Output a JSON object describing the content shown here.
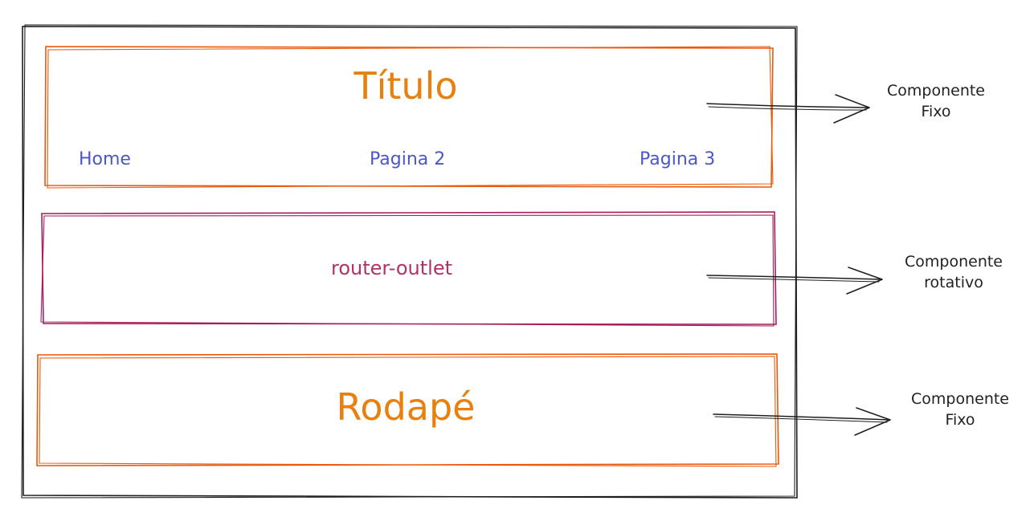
{
  "header": {
    "title": "Título",
    "nav": [
      "Home",
      "Pagina 2",
      "Pagina 3"
    ]
  },
  "outlet": {
    "label": "router-outlet"
  },
  "footer": {
    "title": "Rodapé"
  },
  "annotations": [
    {
      "line1": "Componente",
      "line2": "Fixo"
    },
    {
      "line1": "Componente",
      "line2": "rotativo"
    },
    {
      "line1": "Componente",
      "line2": "Fixo"
    }
  ],
  "colors": {
    "frame": "#1e1e1e",
    "orange_box": "#e8590c",
    "orange_text": "#e8800e",
    "nav_text": "#4b57c8",
    "outlet_box": "#a61e5c",
    "outlet_text": "#b43165",
    "arrow": "#1e1e1e"
  }
}
